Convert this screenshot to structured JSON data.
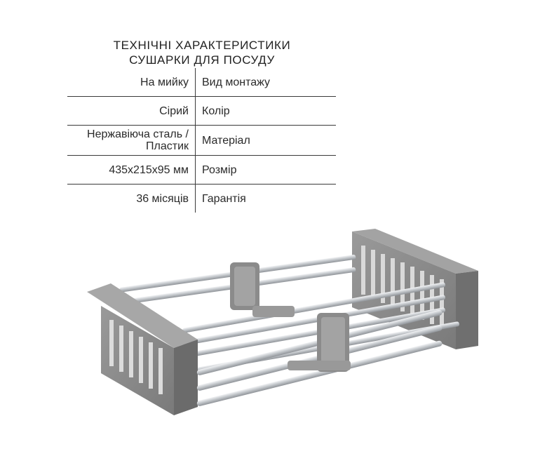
{
  "title": {
    "line1": "ТЕХНІЧНІ ХАРАКТЕРИСТИКИ",
    "line2": "СУШАРКИ ДЛЯ ПОСУДУ"
  },
  "specs": [
    {
      "value": "На мийку",
      "label": "Вид монтажу"
    },
    {
      "value": "Сірий",
      "label": "Колір"
    },
    {
      "value_line1": "Нержавіюча сталь /",
      "value_line2": "Пластик",
      "label": "Матеріал"
    },
    {
      "value": "435x215x95 мм",
      "label": "Розмір"
    },
    {
      "value": "36 місяців",
      "label": "Гарантія"
    }
  ],
  "colors": {
    "plastic": "#8a8a8a",
    "plastic_dark": "#6e6e6e",
    "steel": "#c9ccd0",
    "text": "#2a2a2a"
  },
  "icons": {
    "product": "dish-drying-rack-image"
  }
}
